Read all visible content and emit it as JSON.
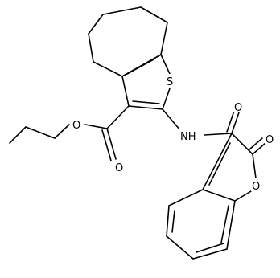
{
  "atoms": {
    "sulfur": "S",
    "nitrogen": "NH",
    "ester_carbonyl_o": "O",
    "ester_ether_o": "O",
    "amide_o": "O",
    "lactone_carbonyl_o": "O",
    "ring_o": "O"
  },
  "colors": {
    "line": "#000000",
    "background": "#ffffff"
  }
}
